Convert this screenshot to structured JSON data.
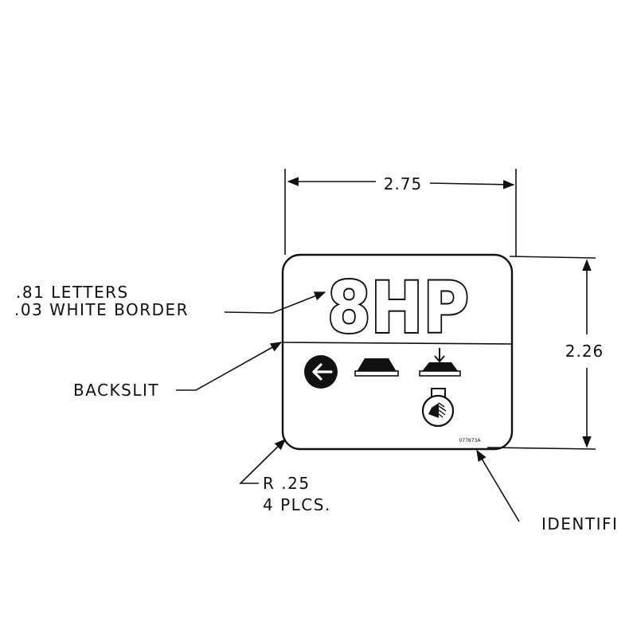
{
  "dimensions": {
    "width_label": "2.75",
    "height_label": "2.26"
  },
  "decal": {
    "legend": "8HP",
    "part_number": "077873A",
    "icons": [
      "left-arrow-icon",
      "hood-icon",
      "hood-down-icon",
      "throttle-knob-icon"
    ]
  },
  "notes": {
    "letters": ".81 LETTERS",
    "border": ".03 WHITE BORDER",
    "backslit": "BACKSLIT",
    "radius": "R .25",
    "places": "4 PLCS.",
    "identification_partial": "IDENTIFI"
  }
}
